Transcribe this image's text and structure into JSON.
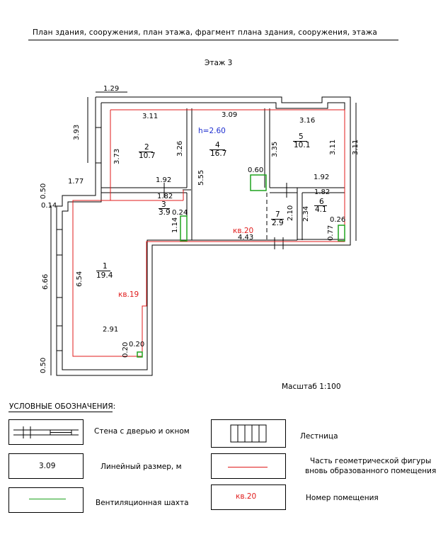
{
  "header": {
    "title": "План здания, сооружения, план этажа, фрагмент плана здания, сооружения, этажа",
    "floor": "Этаж 3"
  },
  "plan": {
    "height_label": "h=2.60",
    "scale": "Масштаб 1:100",
    "apartments": [
      "кв.20",
      "кв.19"
    ],
    "rooms": [
      {
        "num": "1",
        "area": "19.4"
      },
      {
        "num": "2",
        "area": "10.7"
      },
      {
        "num": "3",
        "area": "3.9"
      },
      {
        "num": "4",
        "area": "16.7"
      },
      {
        "num": "5",
        "area": "10.1"
      },
      {
        "num": "6",
        "area": "4.1"
      },
      {
        "num": "7",
        "area": "2.9"
      }
    ],
    "dims": [
      "1.29",
      "3.93",
      "3.11",
      "3.09",
      "3.16",
      "3.11",
      "3.73",
      "3.26",
      "5.55",
      "3.35",
      "0.60",
      "1.92",
      "1.92",
      "1.77",
      "0.50",
      "0.14",
      "1.82",
      "1.82",
      "0.24",
      "1.14",
      "6.66",
      "6.54",
      "2.91",
      "0.20",
      "0.20",
      "0.50",
      "4.43",
      "2.10",
      "2.34",
      "0.77",
      "0.26",
      "3.11"
    ]
  },
  "legend": {
    "title": "УСЛОВНЫЕ ОБОЗНАЧЕНИЯ:",
    "items": [
      {
        "label": "Стена с дверью и окном"
      },
      {
        "label": "Лестница"
      },
      {
        "sample": "3.09",
        "label": "Линейный размер, м"
      },
      {
        "label_line1": "Часть геометрической фигуры",
        "label_line2": "вновь образованного помещения"
      },
      {
        "label": "Вентиляционная шахта"
      },
      {
        "sample": "кв.20",
        "label": "Номер помещения"
      }
    ]
  },
  "colors": {
    "red": "#e01b1b",
    "green": "#1fa31f",
    "blue": "#1f2fd0",
    "lines": "#000000"
  }
}
